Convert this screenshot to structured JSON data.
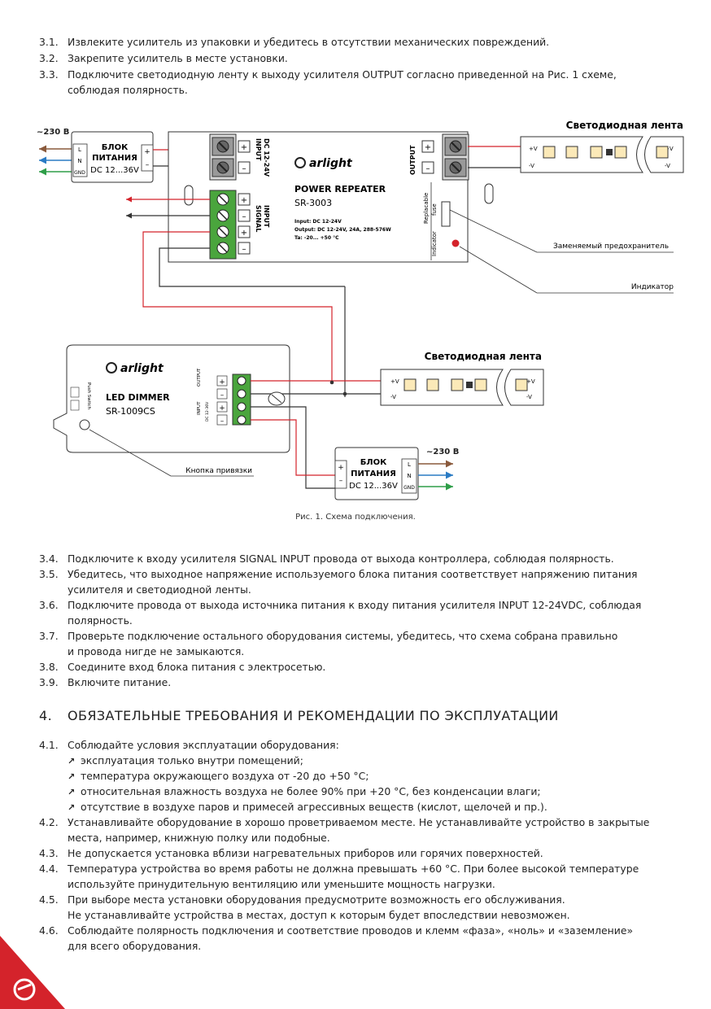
{
  "steps_top": [
    {
      "num": "3.1.",
      "text": "Извлеките усилитель из упаковки и убедитесь в отсутствии механических повреждений."
    },
    {
      "num": "3.2.",
      "text": "Закрепите усилитель в месте установки."
    },
    {
      "num": "3.3.",
      "text": "Подключите светодиодную ленту к выходу усилителя OUTPUT согласно приведенной на Рис. 1 схеме,\nсоблюдая полярность."
    }
  ],
  "diagram": {
    "mains_top": "~230 В",
    "mains_bottom": "~230 В",
    "psu_title_1": "БЛОК",
    "psu_title_2": "ПИТАНИЯ",
    "psu_range": "DC 12...36V",
    "psu_L": "L",
    "psu_N": "N",
    "psu_GND": "GND",
    "plus": "+",
    "minus": "–",
    "input_label_1": "INPUT",
    "input_label_2": "DC 12-24V",
    "signal_label_1": "SIGNAL",
    "signal_label_2": "INPUT",
    "output_label": "OUTPUT",
    "brand": "arlight",
    "repeater_title": "POWER REPEATER",
    "repeater_model": "SR-3003",
    "spec_input": "Input:  DC 12-24V",
    "spec_output": "Output: DC 12-24V, 24A, 288-576W",
    "spec_ta": "Ta: -20... +50 °C",
    "fuse_label_1": "Replacable",
    "fuse_label_2": "fuse",
    "indicator_label": "Indicator",
    "strip_title": "Светодиодная лента",
    "strip_pv": "+V",
    "strip_mv": "-V",
    "fuse_callout": "Заменяемый предохранитель",
    "indicator_callout": "Индикатор",
    "dimmer_title": "LED DIMMER",
    "dimmer_model": "SR-1009CS",
    "push_switch": "Push Switch",
    "dimmer_input": "INPUT",
    "dimmer_input_v": "DC 12-36V",
    "dimmer_output": "OUTPUT",
    "button_callout": "Кнопка привязки",
    "caption": "Рис. 1. Схема подключения."
  },
  "steps_mid": [
    {
      "num": "3.4.",
      "text": "Подключите к входу усилителя SIGNAL INPUT провода от выхода контроллера, соблюдая полярность."
    },
    {
      "num": "3.5.",
      "text": "Убедитесь, что выходное напряжение используемого блока питания соответствует напряжению питания\nусилителя и светодиодной ленты."
    },
    {
      "num": "3.6.",
      "text": "Подключите провода от выхода источника питания к входу питания усилителя INPUT 12-24VDC, соблюдая\nполярность."
    },
    {
      "num": "3.7.",
      "text": "Проверьте подключение остального оборудования системы, убедитесь, что схема собрана правильно\nи провода нигде не замыкаются."
    },
    {
      "num": "3.8.",
      "text": "Соедините вход блока питания с электросетью."
    },
    {
      "num": "3.9.",
      "text": "Включите питание."
    }
  ],
  "section4": {
    "num": "4.",
    "title": "ОБЯЗАТЕЛЬНЫЕ ТРЕБОВАНИЯ И РЕКОМЕНДАЦИИ ПО ЭКСПЛУАТАЦИИ"
  },
  "item41": {
    "num": "4.1.",
    "text": "Соблюдайте условия эксплуатации оборудования:"
  },
  "bullets": [
    "эксплуатация только внутри помещений;",
    "температура окружающего воздуха от -20 до +50 °C;",
    "относительная влажность воздуха не более 90% при +20 °C, без конденсации влаги;",
    "отсутствие в воздухе паров и примесей агрессивных веществ (кислот, щелочей и пр.)."
  ],
  "steps_bottom": [
    {
      "num": "4.2.",
      "text": "Устанавливайте оборудование в хорошо проветриваемом месте. Не устанавливайте устройство в закрытые\nместа, например, книжную полку или подобные."
    },
    {
      "num": "4.3.",
      "text": "Не допускается установка вблизи нагревательных приборов или горячих поверхностей."
    },
    {
      "num": "4.4.",
      "text": "Температура устройства во время работы не должна превышать +60 °C. При более высокой температуре\nиспользуйте принудительную вентиляцию или уменьшите мощность нагрузки."
    },
    {
      "num": "4.5.",
      "text": "При выборе места установки оборудования предусмотрите возможность его обслуживания.\nНе устанавливайте устройства в местах, доступ к которым будет впоследствии невозможен."
    },
    {
      "num": "4.6.",
      "text": "Соблюдайте полярность подключения и соответствие проводов и клемм «фаза», «ноль» и «заземление»\nдля всего оборудования."
    }
  ],
  "colors": {
    "red": "#d4232b",
    "blue": "#2a7bc4",
    "green": "#2e9e48",
    "brown": "#8a5a3c",
    "terminal_green": "#4aa53d"
  }
}
